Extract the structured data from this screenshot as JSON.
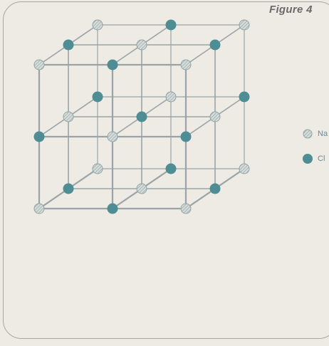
{
  "figure_label": "Figure 4",
  "legend": [
    {
      "key": "na",
      "label": "Na"
    },
    {
      "key": "cl",
      "label": "Cl"
    }
  ],
  "colors": {
    "background": "#eeeae4",
    "frame_border": "#a9a7a3",
    "lattice_line": "#9aa4a6",
    "na_fill": "#d7dcd9",
    "na_hatch": "#8fa3a6",
    "cl_fill": "#4f8d95"
  }
}
